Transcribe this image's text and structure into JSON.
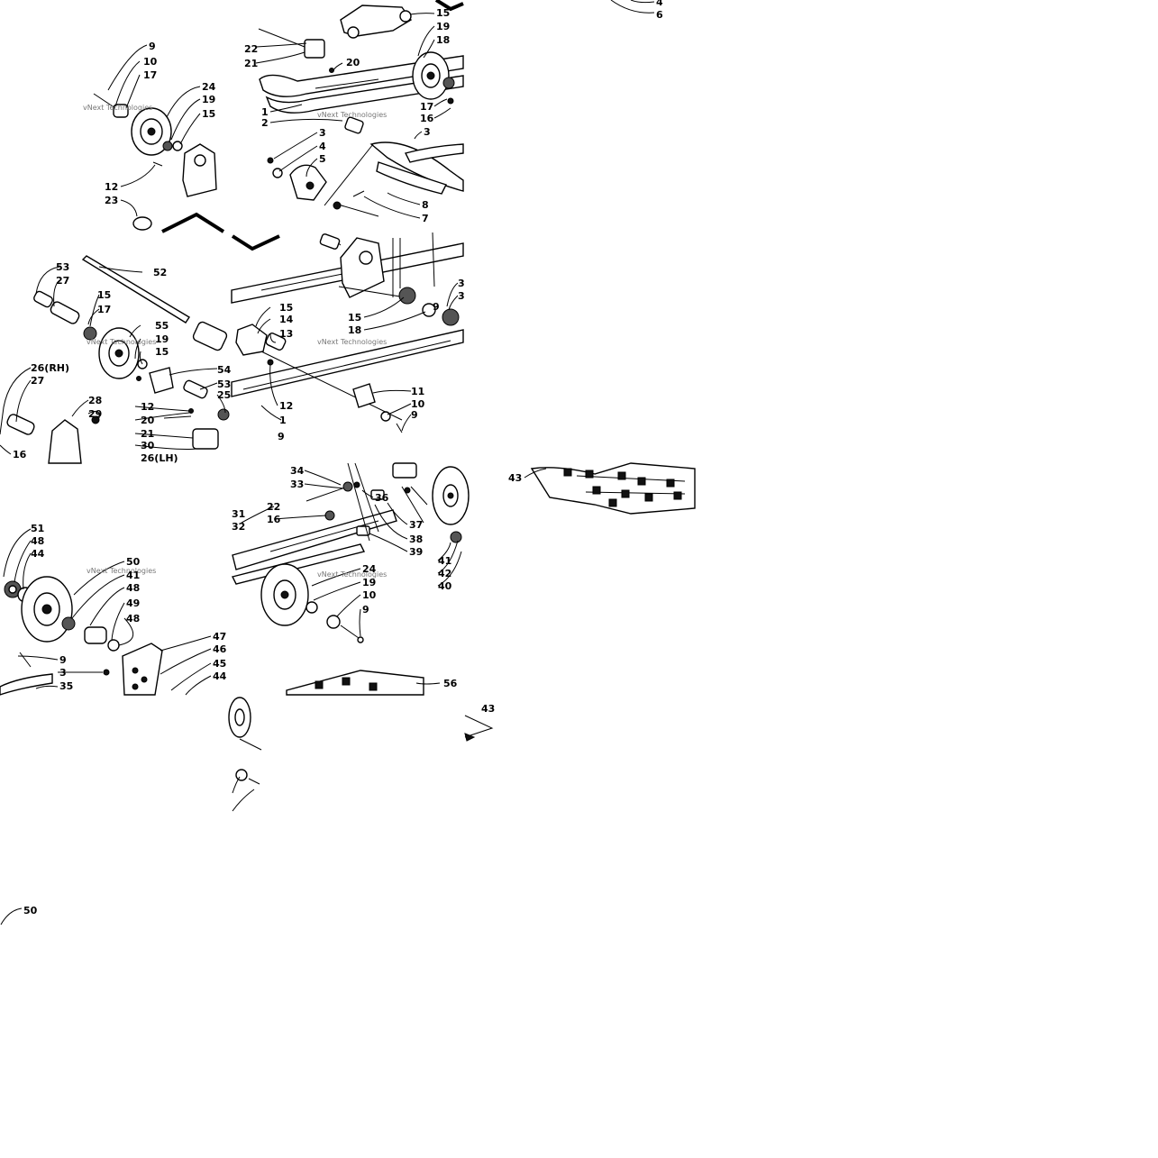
{
  "diagram": {
    "watermark": "vNext Technologies",
    "callouts": [
      {
        "id": "c-6",
        "text": "6"
      },
      {
        "id": "c-4-top",
        "text": "4"
      },
      {
        "id": "c-15-a",
        "text": "15"
      },
      {
        "id": "c-19-a",
        "text": "19"
      },
      {
        "id": "c-18-a",
        "text": "18"
      },
      {
        "id": "c-22-a",
        "text": "22"
      },
      {
        "id": "c-21-a",
        "text": "21"
      },
      {
        "id": "c-20-a",
        "text": "20"
      },
      {
        "id": "c-1-a",
        "text": "1"
      },
      {
        "id": "c-2-a",
        "text": "2"
      },
      {
        "id": "c-17-a",
        "text": "17"
      },
      {
        "id": "c-16-a",
        "text": "16"
      },
      {
        "id": "c-3-a",
        "text": "3"
      },
      {
        "id": "c-3-b",
        "text": "3"
      },
      {
        "id": "c-4-a",
        "text": "4"
      },
      {
        "id": "c-5-a",
        "text": "5"
      },
      {
        "id": "c-8-a",
        "text": "8"
      },
      {
        "id": "c-7-a",
        "text": "7"
      },
      {
        "id": "c-9-a",
        "text": "9"
      },
      {
        "id": "c-10-a",
        "text": "10"
      },
      {
        "id": "c-17-b",
        "text": "17"
      },
      {
        "id": "c-24-a",
        "text": "24"
      },
      {
        "id": "c-19-b",
        "text": "19"
      },
      {
        "id": "c-15-b",
        "text": "15"
      },
      {
        "id": "c-12-a",
        "text": "12"
      },
      {
        "id": "c-23-a",
        "text": "23"
      },
      {
        "id": "c-53-a",
        "text": "53"
      },
      {
        "id": "c-27-a",
        "text": "27"
      },
      {
        "id": "c-52-a",
        "text": "52"
      },
      {
        "id": "c-15-c",
        "text": "15"
      },
      {
        "id": "c-17-c",
        "text": "17"
      },
      {
        "id": "c-55-a",
        "text": "55"
      },
      {
        "id": "c-19-c",
        "text": "19"
      },
      {
        "id": "c-15-d",
        "text": "15"
      },
      {
        "id": "c-26rh",
        "text": "26(RH)"
      },
      {
        "id": "c-27-b",
        "text": "27"
      },
      {
        "id": "c-28-a",
        "text": "28"
      },
      {
        "id": "c-29-a",
        "text": "29"
      },
      {
        "id": "c-16-b",
        "text": "16"
      },
      {
        "id": "c-54-a",
        "text": "54"
      },
      {
        "id": "c-53-b",
        "text": "53"
      },
      {
        "id": "c-25-a",
        "text": "25"
      },
      {
        "id": "c-12-b",
        "text": "12"
      },
      {
        "id": "c-20-b",
        "text": "20"
      },
      {
        "id": "c-21-b",
        "text": "21"
      },
      {
        "id": "c-30-a",
        "text": "30"
      },
      {
        "id": "c-26lh",
        "text": "26(LH)"
      },
      {
        "id": "c-9-b",
        "text": "9"
      },
      {
        "id": "c-15-e",
        "text": "15"
      },
      {
        "id": "c-14-a",
        "text": "14"
      },
      {
        "id": "c-13-a",
        "text": "13"
      },
      {
        "id": "c-15-f",
        "text": "15"
      },
      {
        "id": "c-18-b",
        "text": "18"
      },
      {
        "id": "c-3-c",
        "text": "3"
      },
      {
        "id": "c-3-d",
        "text": "3"
      },
      {
        "id": "c-9-c",
        "text": "9"
      },
      {
        "id": "c-12-c",
        "text": "12"
      },
      {
        "id": "c-1-b",
        "text": "1"
      },
      {
        "id": "c-11-a",
        "text": "11"
      },
      {
        "id": "c-10-b",
        "text": "10"
      },
      {
        "id": "c-9-d",
        "text": "9"
      },
      {
        "id": "c-51-a",
        "text": "51"
      },
      {
        "id": "c-48-a",
        "text": "48"
      },
      {
        "id": "c-44-a",
        "text": "44"
      },
      {
        "id": "c-50-a",
        "text": "50"
      },
      {
        "id": "c-41-a",
        "text": "41"
      },
      {
        "id": "c-48-b",
        "text": "48"
      },
      {
        "id": "c-49-a",
        "text": "49"
      },
      {
        "id": "c-48-c",
        "text": "48"
      },
      {
        "id": "c-47-a",
        "text": "47"
      },
      {
        "id": "c-46-a",
        "text": "46"
      },
      {
        "id": "c-45-a",
        "text": "45"
      },
      {
        "id": "c-44-b",
        "text": "44"
      },
      {
        "id": "c-9-e",
        "text": "9"
      },
      {
        "id": "c-3-e",
        "text": "3"
      },
      {
        "id": "c-35-a",
        "text": "35"
      },
      {
        "id": "c-34-a",
        "text": "34"
      },
      {
        "id": "c-33-a",
        "text": "33"
      },
      {
        "id": "c-36-a",
        "text": "36"
      },
      {
        "id": "c-31-a",
        "text": "31"
      },
      {
        "id": "c-32-a",
        "text": "32"
      },
      {
        "id": "c-22-b",
        "text": "22"
      },
      {
        "id": "c-16-c",
        "text": "16"
      },
      {
        "id": "c-37-a",
        "text": "37"
      },
      {
        "id": "c-38-a",
        "text": "38"
      },
      {
        "id": "c-39-a",
        "text": "39"
      },
      {
        "id": "c-24-b",
        "text": "24"
      },
      {
        "id": "c-19-d",
        "text": "19"
      },
      {
        "id": "c-10-c",
        "text": "10"
      },
      {
        "id": "c-9-f",
        "text": "9"
      },
      {
        "id": "c-41-b",
        "text": "41"
      },
      {
        "id": "c-42-a",
        "text": "42"
      },
      {
        "id": "c-40-a",
        "text": "40"
      },
      {
        "id": "c-43-a",
        "text": "43"
      },
      {
        "id": "c-56-a",
        "text": "56"
      },
      {
        "id": "c-43-b",
        "text": "43"
      },
      {
        "id": "c-50-b",
        "text": "50"
      }
    ]
  }
}
